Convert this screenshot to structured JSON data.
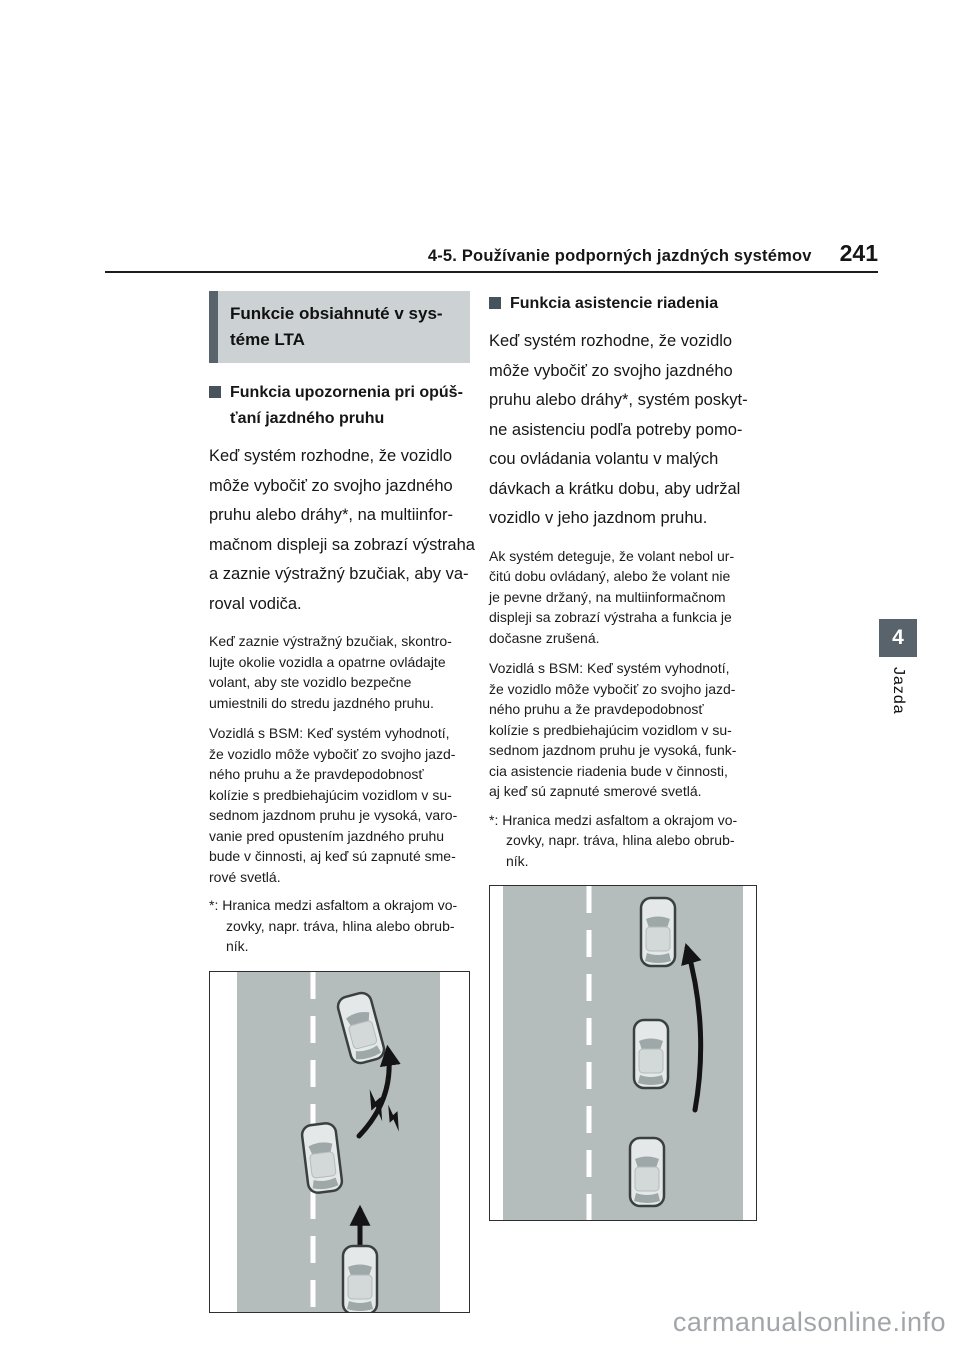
{
  "page": {
    "number": "241",
    "header_title": "4-5. Používanie podporných jazdných systémov",
    "side_tab": {
      "chapter_number": "4",
      "chapter_label": "Jazda"
    },
    "watermark": "carmanualsonline.info"
  },
  "colors": {
    "title_box_background": "#ccd2d4",
    "accent_bar": "#59636b",
    "section_bullet": "#46525c",
    "road_surface": "#b5bdbc",
    "watermark_text": "#a2a6aa"
  },
  "left_column": {
    "title_box": "Funkcie obsiahnuté v sys-\ntéme LTA",
    "section": {
      "heading": "Funkcia upozornenia pri opúš-\nťaní jazdného pruhu",
      "body": "Keď systém rozhodne, že vozidlo\nmôže vybočiť zo svojho jazdného\npruhu alebo dráhy*, na multiinfor-\nmačnom displeji sa zobrazí výstraha\na zaznie výstražný bzučiak, aby va-\nroval vodiča.",
      "note1": "Keď zaznie výstražný bzučiak, skontro-\nlujte okolie vozidla a opatrne ovládajte\nvolant, aby ste vozidlo bezpečne\numiestnili do stredu jazdného pruhu.",
      "note2": "Vozidlá s BSM: Keď systém vyhodnotí,\nže vozidlo môže vybočiť zo svojho jazd-\nného pruhu a že pravdepodobnosť\nkolízie s predbiehajúcim vozidlom v su-\nsednom jazdnom pruhu je vysoká, varo-\nvanie pred opustením jazdného pruhu\nbude v činnosti, aj keď sú zapnuté sme-\nrové svetlá.",
      "footnote": "*: Hranica medzi asfaltom a okrajom vo-\nzovky, napr. tráva, hlina alebo obrub-\nník."
    }
  },
  "right_column": {
    "section": {
      "heading": "Funkcia asistencie riadenia",
      "body": "Keď systém rozhodne, že vozidlo\nmôže vybočiť zo svojho jazdného\npruhu alebo dráhy*, systém poskyt-\nne asistenciu podľa potreby pomo-\ncou ovládania volantu v malých\ndávkach a krátku dobu, aby udržal\nvozidlo v jeho jazdnom pruhu.",
      "note1": "Ak systém deteguje, že volant nebol ur-\nčitú dobu ovládaný, alebo že volant nie\nje pevne držaný, na multiinformačnom\ndispleji sa zobrazí výstraha a funkcia je\ndočasne zrušená.",
      "note2": "Vozidlá s BSM: Keď systém vyhodnotí,\nže vozidlo môže vybočiť zo svojho jazd-\nného pruhu a že pravdepodobnosť\nkolízie s predbiehajúcim vozidlom v su-\nsednom jazdnom pruhu je vysoká, funk-\ncia asistencie riadenia bude v činnosti,\naj keď sú zapnuté smerové svetlá.",
      "footnote": "*: Hranica medzi asfaltom a okrajom vo-\nzovky, napr. tráva, hlina alebo obrub-\nník."
    }
  }
}
